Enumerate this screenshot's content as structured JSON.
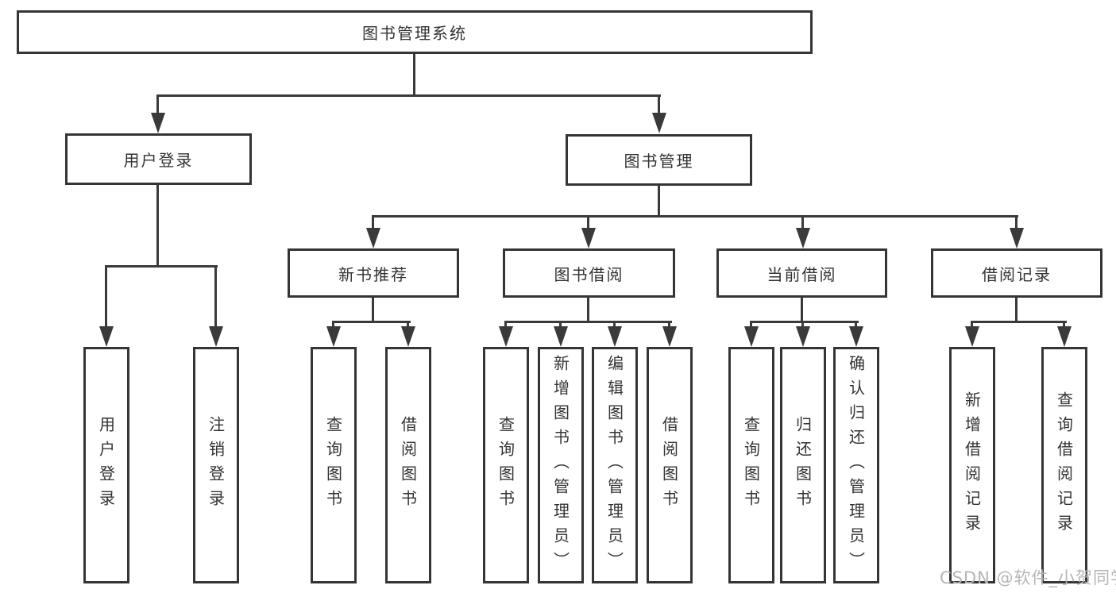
{
  "tree": {
    "label": "图书管理系统",
    "children": [
      {
        "label": "用户登录",
        "children": [
          {
            "label": "用户登录"
          },
          {
            "label": "注销登录"
          }
        ]
      },
      {
        "label": "图书管理",
        "children": [
          {
            "label": "新书推荐",
            "children": [
              {
                "label": "查询图书"
              },
              {
                "label": "借阅图书"
              }
            ]
          },
          {
            "label": "图书借阅",
            "children": [
              {
                "label": "查询图书"
              },
              {
                "label": "新增图书（管理员）"
              },
              {
                "label": "编辑图书（管理员）"
              },
              {
                "label": "借阅图书"
              }
            ]
          },
          {
            "label": "当前借阅",
            "children": [
              {
                "label": "查询图书"
              },
              {
                "label": "归还图书"
              },
              {
                "label": "确认归还（管理员）"
              }
            ]
          },
          {
            "label": "借阅记录",
            "children": [
              {
                "label": "新增借阅记录"
              },
              {
                "label": "查询借阅记录"
              }
            ]
          }
        ]
      }
    ]
  },
  "watermark": {
    "text": "CSDN @软件_小贺同学",
    "color": "#b6b4ba"
  },
  "colors": {
    "line": "#3a3a3a",
    "box_border": "#353535",
    "text": "#333333",
    "background": "#ffffff"
  }
}
